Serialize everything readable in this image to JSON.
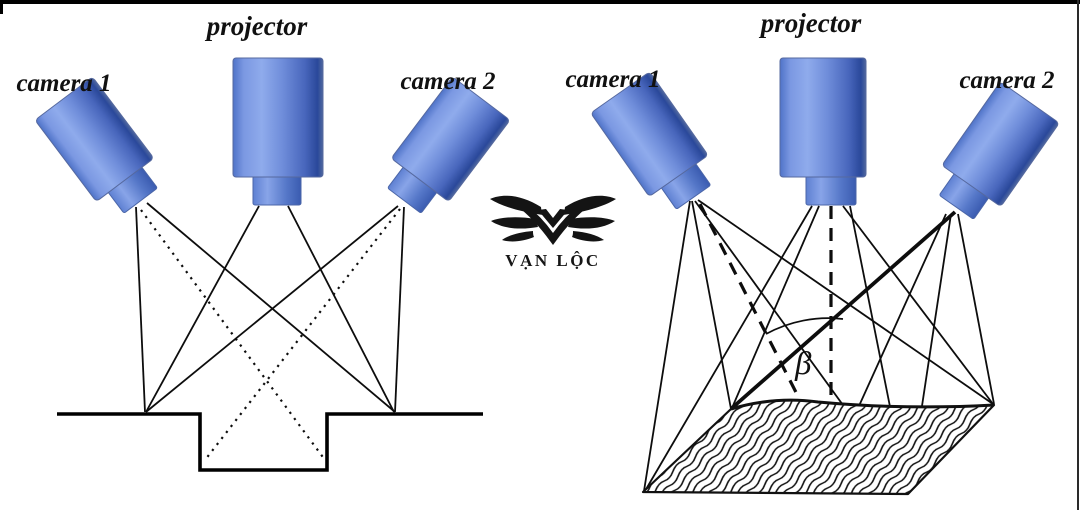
{
  "left_panel": {
    "description": "stereo setup over stepped reference surface",
    "labels": {
      "camera1": "camera 1",
      "projector": "projector",
      "camera2": "camera 2"
    }
  },
  "right_panel": {
    "description": "stereo setup over freeform measured surface",
    "labels": {
      "camera1": "camera 1",
      "projector": "projector",
      "camera2": "camera 2"
    },
    "angle_symbol": "β"
  },
  "logo": {
    "text": "VẠN LỘC",
    "emblem_icon": "winged-v"
  },
  "colors": {
    "device_blue_light": "#8fabec",
    "device_blue": "#6585d5",
    "device_blue_dark": "#2a489a",
    "line": "#0d0d0d",
    "background": "#ffffff"
  }
}
